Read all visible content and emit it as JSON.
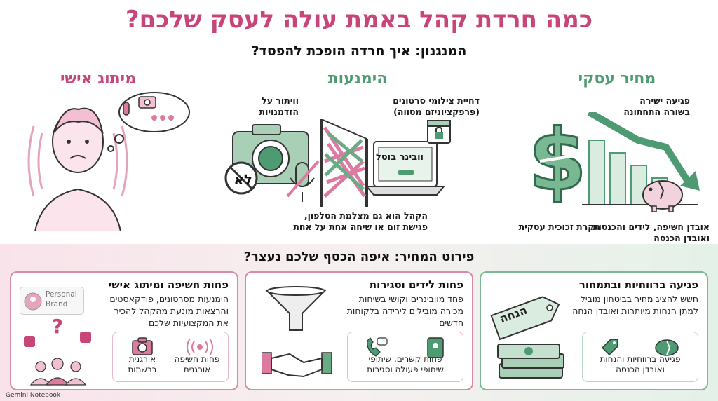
{
  "title": "כמה חרדת קהל באמת עולה לעסק שלכם?",
  "subtitle": "המנגנון: איך חרדה הופכת להפסד?",
  "columns": {
    "business": {
      "heading": "מחיר עסקי",
      "direct_impact": "פגיעה ישירה\nבשורה התחתונה",
      "glass_ceiling": "תקרת זכוכית עסקית",
      "loss": "אובדן חשיפה, לידים והכנסות\nואובדן הכנסה"
    },
    "avoidance": {
      "heading": "הימנעות",
      "reject_videos": "דחיית צילומי סרטונים\n(פרפקציוניזם מסווה)",
      "give_up": "וויתור על\nהזדמנויות",
      "webinar": "וובינר בוטל",
      "no_sign": "לא",
      "audience_note": "הקהל הוא גם מצלמת הטלפון,\nפגישת זום או שיחה אחת על אחת"
    },
    "personal": {
      "heading": "מיתוג אישי"
    }
  },
  "bottom": {
    "heading": "פירוט המחיר: איפה הכסף שלכם נעצר?",
    "cards": [
      {
        "title": "פגיעה ברווחיות ובתמחור",
        "desc": "חשש להציג מחיר בביטחון מוביל למתן הנחות מיותרות ואובדן הנחה",
        "tag": "הנחה",
        "inner": "פגיעה ברווחיות והנחות\nואובדן הכנסה"
      },
      {
        "title": "פחות לידים וסגירות",
        "desc": "פחד מוובינרים וקושי בשיחות מכירה מובילים לירידה בלקוחות חדשים",
        "inner": "פחות קשרים, שיתופי\nשיתופי פעולה וסגירות"
      },
      {
        "title": "פחות חשיפה ומיתוג אישי",
        "desc": "הימנעות מסרטונים, פודקאסטים והרצאות מונעת מהקהל להכיר את המקצועיות שלכם",
        "brand": "Personal\nBrand",
        "inner_right": "פחות חשיפה\nאורגנית",
        "inner_left": "אורגנית\nברשתות"
      }
    ]
  },
  "footer": "Gemini Notebook",
  "colors": {
    "accent_pink": "#c8457a",
    "accent_green": "#4e9a73"
  }
}
